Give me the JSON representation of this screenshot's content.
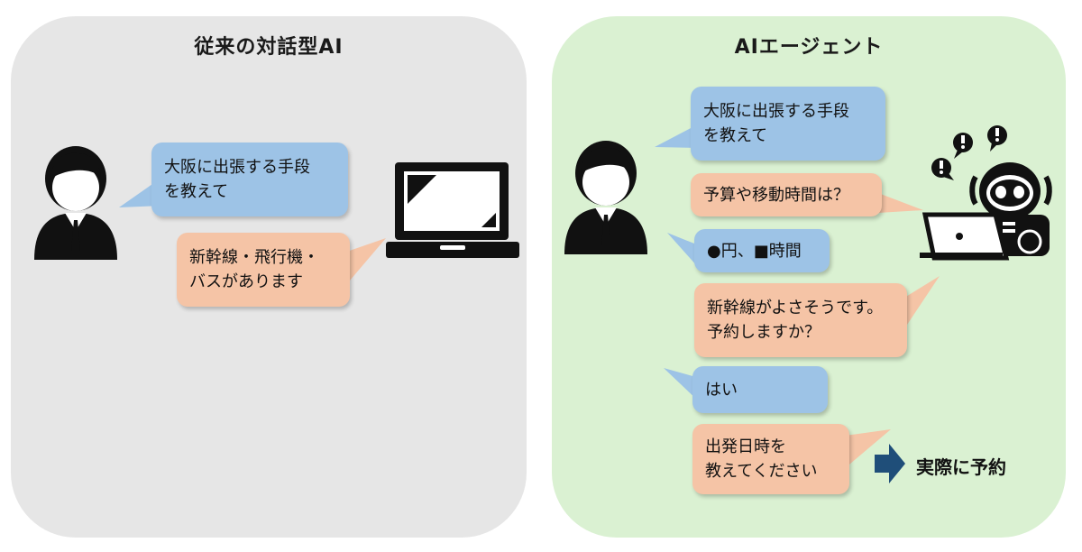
{
  "left_panel": {
    "title": "従来の対話型AI",
    "user_message": "大阪に出張する手段\nを教えて",
    "ai_reply": "新幹線・飛行機・\nバスがあります"
  },
  "right_panel": {
    "title": "AIエージェント",
    "messages": [
      "大阪に出張する手段\nを教えて",
      "予算や移動時間は？",
      "●円、■時間",
      "新幹線がよさそうです。\n予約しますか？",
      "はい",
      "出発日時を\n教えてください"
    ],
    "result_label": "実際に予約"
  },
  "colors": {
    "left_bg": "#e6e6e6",
    "right_bg": "#daf1d2",
    "user_bubble": "#9dc3e6",
    "ai_bubble": "#f5c4a6",
    "arrow": "#1f4e79",
    "icon": "#111111"
  },
  "icons": [
    "person-icon",
    "laptop-icon",
    "robot-icon",
    "exclamation-icon",
    "arrow-right-icon"
  ]
}
